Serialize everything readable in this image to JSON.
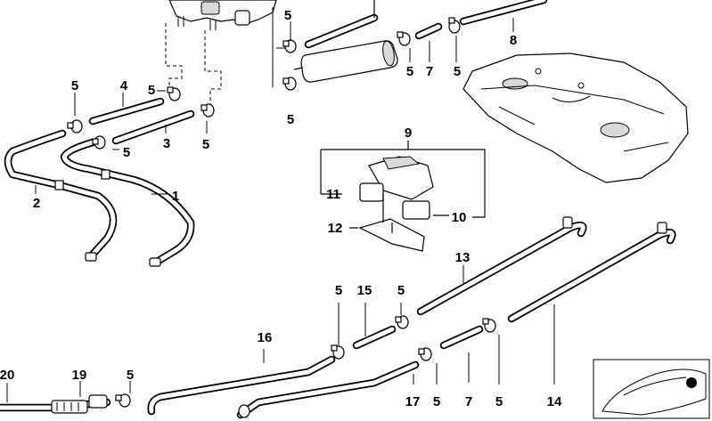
{
  "labels": {
    "p1": "1",
    "p2": "2",
    "p3": "3",
    "p4": "4",
    "p5a": "5",
    "p5b": "5",
    "p5c": "5",
    "p5d": "5",
    "p5e": "5",
    "p5f": "5",
    "p5g": "5",
    "p5h": "5",
    "p5i": "5",
    "p5j": "5",
    "p5k": "5",
    "p5l": "5",
    "p5m": "5",
    "p7a": "7",
    "p7b": "7",
    "p8": "8",
    "p9": "9",
    "p10": "10",
    "p11": "11",
    "p12": "12",
    "p13": "13",
    "p14": "14",
    "p15": "15",
    "p16": "16",
    "p17": "17",
    "p19": "19",
    "p20": "20"
  }
}
